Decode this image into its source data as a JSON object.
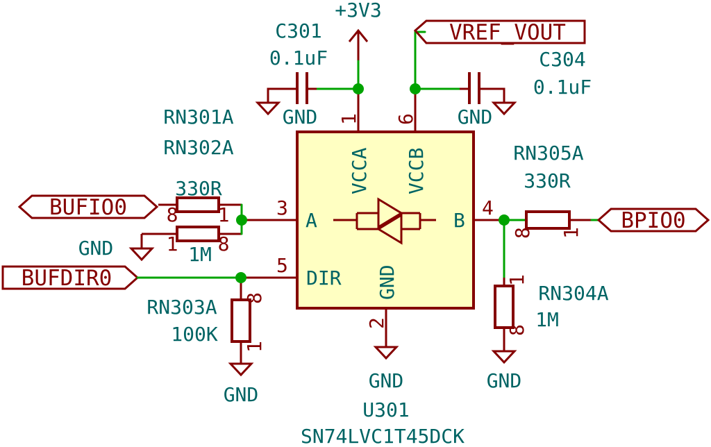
{
  "power": {
    "vcc_label": "+3V3"
  },
  "ground_label": "GND",
  "caps": {
    "c301": {
      "ref": "C301",
      "value": "0.1uF"
    },
    "c304": {
      "ref": "C304",
      "value": "0.1uF"
    }
  },
  "labels": {
    "vref_vout": "VREF_VOUT",
    "bufio0": "BUFIO0",
    "bufdir0": "BUFDIR0",
    "bpio0": "BPIO0"
  },
  "resistors": {
    "rn301a": {
      "ref": "RN301A"
    },
    "rn302a": {
      "ref": "RN302A"
    },
    "rn301a_value": "330R",
    "rn302a_value": "1M",
    "rn303a": {
      "ref": "RN303A",
      "value": "100K"
    },
    "rn304a": {
      "ref": "RN304A",
      "value": "1M"
    },
    "rn305a": {
      "ref": "RN305A",
      "value": "330R"
    },
    "pin_8": "8",
    "pin_1": "1"
  },
  "ic": {
    "ref": "U301",
    "part": "SN74LVC1T45DCK",
    "pins": {
      "a": {
        "name": "A",
        "num": "3"
      },
      "b": {
        "name": "B",
        "num": "4"
      },
      "dir": {
        "name": "DIR",
        "num": "5"
      },
      "vcca": {
        "name": "VCCA",
        "num": "1"
      },
      "vccb": {
        "name": "VCCB",
        "num": "6"
      },
      "gnd": {
        "name": "GND",
        "num": "2"
      }
    }
  }
}
